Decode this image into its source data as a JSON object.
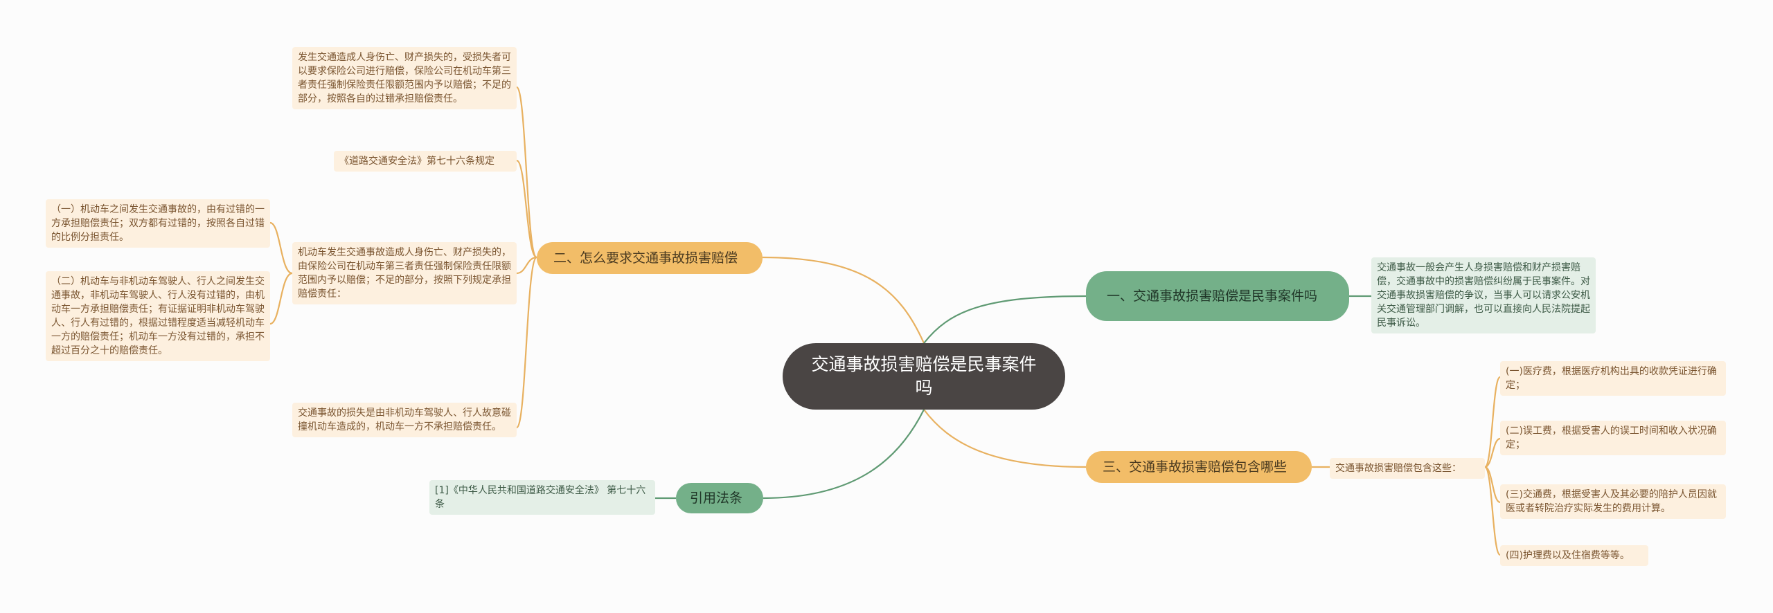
{
  "root": {
    "label": "交通事故损害赔偿是民事案件吗"
  },
  "branches": {
    "b1": {
      "label": "一、交通事故损害赔偿是民事案件吗",
      "leaf": "交通事故一般会产生人身损害赔偿和财产损害赔偿，交通事故中的损害赔偿纠纷属于民事案件。对交通事故损害赔偿的争议，当事人可以请求公安机关交通管理部门调解，也可以直接向人民法院提起民事诉讼。"
    },
    "b2": {
      "label": "二、怎么要求交通事故损害赔偿",
      "leaf_a": "发生交通造成人身伤亡、财产损失的，受损失者可以要求保险公司进行赔偿，保险公司在机动车第三者责任强制保险责任限额范围内予以赔偿；不足的部分，按照各自的过错承担赔偿责任。",
      "leaf_b": "《道路交通安全法》第七十六条规定",
      "leaf_c": "机动车发生交通事故造成人身伤亡、财产损失的，由保险公司在机动车第三者责任强制保险责任限额范围内予以赔偿；不足的部分，按照下列规定承担赔偿责任：",
      "leaf_c1": "（一）机动车之间发生交通事故的，由有过错的一方承担赔偿责任；双方都有过错的，按照各自过错的比例分担责任。",
      "leaf_c2": "（二）机动车与非机动车驾驶人、行人之间发生交通事故，非机动车驾驶人、行人没有过错的，由机动车一方承担赔偿责任；有证据证明非机动车驾驶人、行人有过错的，根据过错程度适当减轻机动车一方的赔偿责任；机动车一方没有过错的，承担不超过百分之十的赔偿责任。",
      "leaf_d": "交通事故的损失是由非机动车驾驶人、行人故意碰撞机动车造成的，机动车一方不承担赔偿责任。"
    },
    "b3": {
      "label": "三、交通事故损害赔偿包含哪些",
      "leaf": "交通事故损害赔偿包含这些：",
      "items": [
        "(一)医疗费，根据医疗机构出具的收款凭证进行确定；",
        "(二)误工费，根据受害人的误工时间和收入状况确定；",
        "(三)交通费，根据受害人及其必要的陪护人员因就医或者转院治疗实际发生的费用计算。",
        "(四)护理费以及住宿费等等。"
      ]
    },
    "cite": {
      "label": "引用法条",
      "leaf": "[1]《中华人民共和国道路交通安全法》 第七十六条"
    }
  },
  "colors": {
    "root": "#4a4544",
    "orange": "#f2bd68",
    "green": "#74b089",
    "leaf_orange": "#fdf0df",
    "leaf_green": "#e4efe7",
    "line_orange": "#e8b160",
    "line_green": "#5f9a73"
  }
}
